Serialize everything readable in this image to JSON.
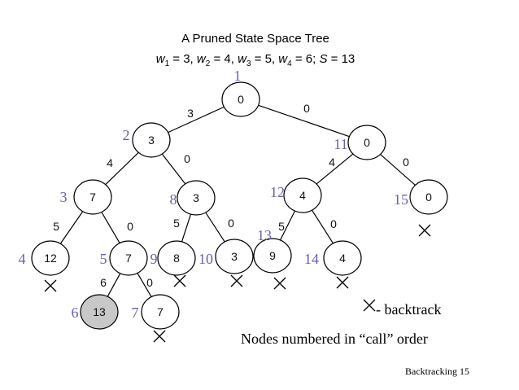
{
  "title": "A Pruned State Space Tree",
  "subtitle": {
    "parts": [
      {
        "t": "w",
        "italic": true
      },
      {
        "t": "1",
        "sub": true
      },
      {
        "t": " = 3, "
      },
      {
        "t": "w",
        "italic": true
      },
      {
        "t": "2",
        "sub": true
      },
      {
        "t": " = 4, "
      },
      {
        "t": "w",
        "italic": true
      },
      {
        "t": "3",
        "sub": true
      },
      {
        "t": " = 5, "
      },
      {
        "t": "w",
        "italic": true
      },
      {
        "t": "4",
        "sub": true
      },
      {
        "t": " = 6;  "
      },
      {
        "t": "S",
        "italic": true
      },
      {
        "t": " = 13"
      }
    ]
  },
  "nodes": [
    {
      "id": "root",
      "value": "0",
      "order": "1"
    },
    {
      "id": "n2",
      "value": "3",
      "order": "2"
    },
    {
      "id": "n11",
      "value": "0",
      "order": "11"
    },
    {
      "id": "n3",
      "value": "7",
      "order": "3"
    },
    {
      "id": "n8",
      "value": "3",
      "order": "8"
    },
    {
      "id": "n12",
      "value": "4",
      "order": "12"
    },
    {
      "id": "n15",
      "value": "0",
      "order": "15",
      "backtrack": true
    },
    {
      "id": "n4",
      "value": "12",
      "order": "4",
      "backtrack": true
    },
    {
      "id": "n5",
      "value": "7",
      "order": "5"
    },
    {
      "id": "n9",
      "value": "8",
      "order": "9",
      "backtrack": true
    },
    {
      "id": "n10",
      "value": "3",
      "order": "10",
      "backtrack": true
    },
    {
      "id": "n13",
      "value": "9",
      "order": "13",
      "backtrack": true
    },
    {
      "id": "n14",
      "value": "4",
      "order": "14",
      "backtrack": true
    },
    {
      "id": "n6",
      "value": "13",
      "order": "6",
      "highlight": true
    },
    {
      "id": "n7",
      "value": "7",
      "order": "7",
      "backtrack": true
    }
  ],
  "edges": [
    {
      "from": "root",
      "to": "n2",
      "label": "3"
    },
    {
      "from": "root",
      "to": "n11",
      "label": "0"
    },
    {
      "from": "n2",
      "to": "n3",
      "label": "4"
    },
    {
      "from": "n2",
      "to": "n8",
      "label": "0"
    },
    {
      "from": "n11",
      "to": "n12",
      "label": "4"
    },
    {
      "from": "n11",
      "to": "n15",
      "label": "0"
    },
    {
      "from": "n3",
      "to": "n4",
      "label": "5"
    },
    {
      "from": "n3",
      "to": "n5",
      "label": "0"
    },
    {
      "from": "n8",
      "to": "n9",
      "label": "5"
    },
    {
      "from": "n8",
      "to": "n10",
      "label": "0"
    },
    {
      "from": "n12",
      "to": "n13",
      "label": "5"
    },
    {
      "from": "n12",
      "to": "n14",
      "label": "0"
    },
    {
      "from": "n5",
      "to": "n6",
      "label": "6"
    },
    {
      "from": "n5",
      "to": "n7",
      "label": "0"
    }
  ],
  "legend": {
    "backtrack": "- backtrack",
    "call_order": "Nodes numbered in “call” order"
  },
  "footer": "Backtracking 15",
  "colors": {
    "order_label": "#6a62a8",
    "highlight_fill": "#c8c8c8",
    "stroke": "#000000"
  }
}
